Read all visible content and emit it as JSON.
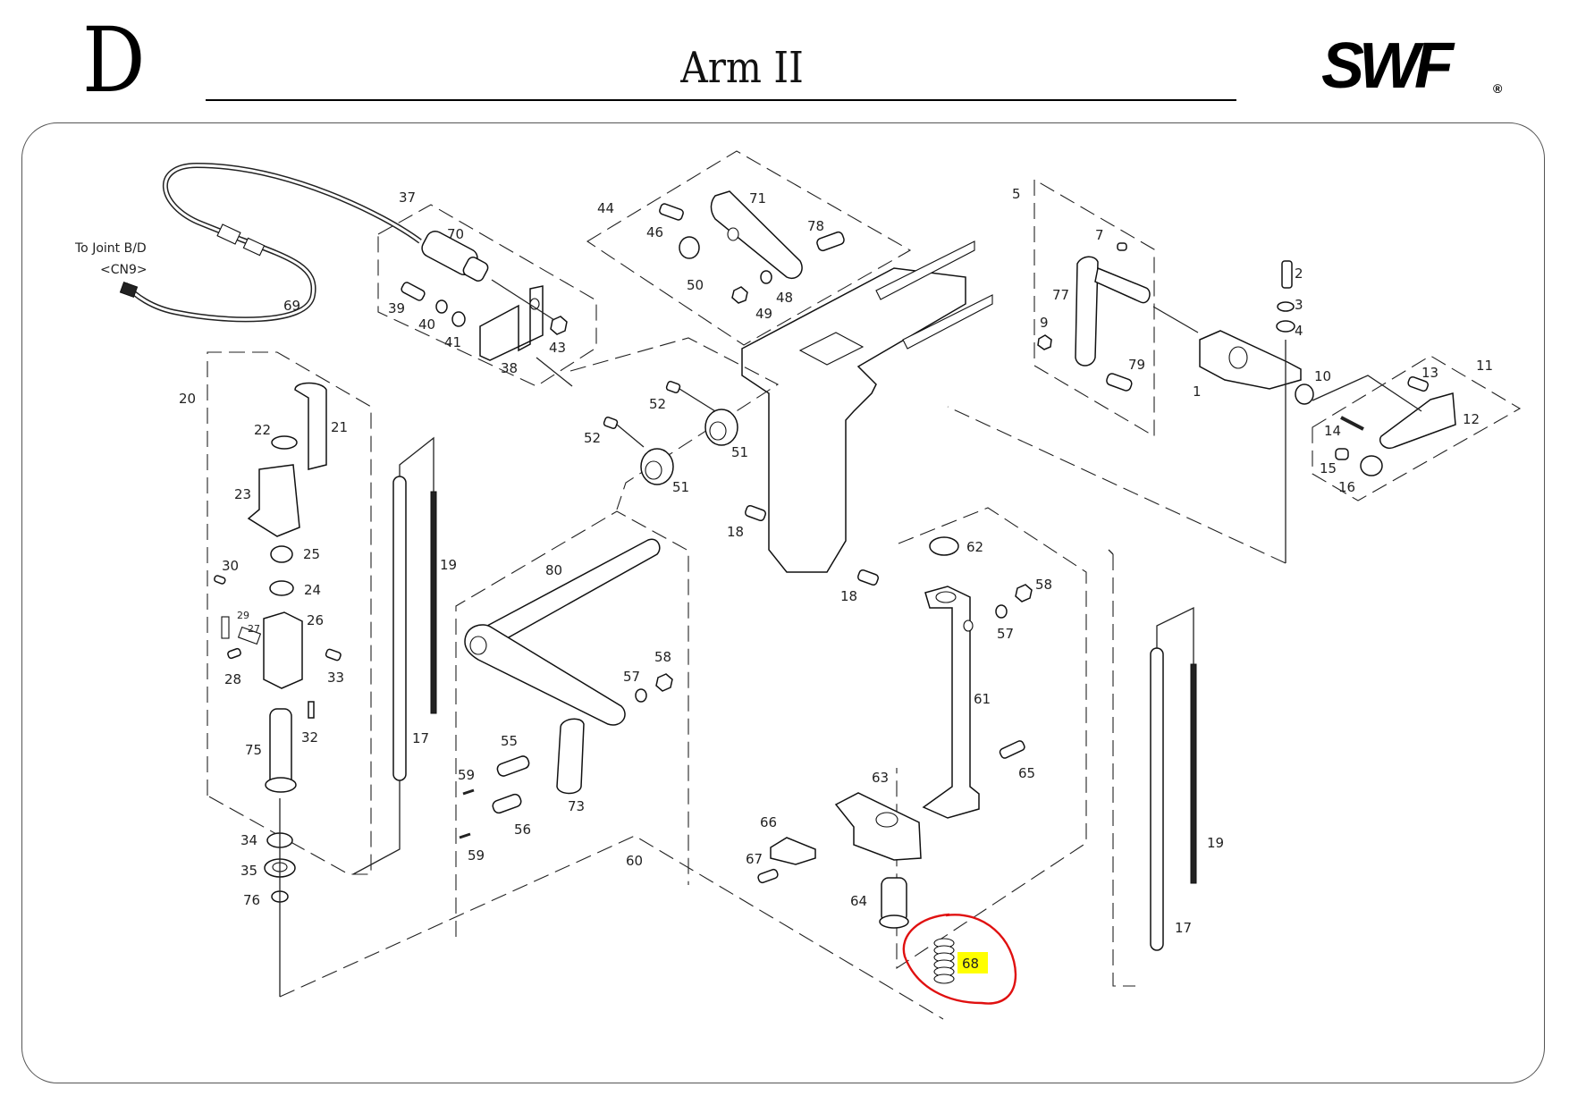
{
  "header": {
    "section_letter": "D",
    "title": "Arm II",
    "brand": "SWF",
    "registered_mark": "®"
  },
  "connector_note": {
    "line1": "To Joint B/D",
    "line2": "<CN9>"
  },
  "highlight": {
    "part_number": "68",
    "highlight_color": "#ffff00",
    "circle_color": "#e01010"
  },
  "parts": {
    "p1": "1",
    "p2": "2",
    "p3": "3",
    "p4": "4",
    "p5": "5",
    "p7": "7",
    "p9": "9",
    "p10": "10",
    "p11": "11",
    "p12": "12",
    "p13": "13",
    "p14": "14",
    "p15": "15",
    "p16": "16",
    "p17a": "17",
    "p17b": "17",
    "p18a": "18",
    "p18b": "18",
    "p19a": "19",
    "p19b": "19",
    "p20": "20",
    "p21": "21",
    "p22": "22",
    "p23": "23",
    "p24": "24",
    "p25": "25",
    "p26": "26",
    "p27": "27",
    "p28": "28",
    "p29": "29",
    "p30": "30",
    "p32": "32",
    "p33": "33",
    "p34": "34",
    "p35": "35",
    "p37": "37",
    "p38": "38",
    "p39": "39",
    "p40": "40",
    "p41": "41",
    "p43": "43",
    "p44": "44",
    "p46": "46",
    "p48": "48",
    "p49": "49",
    "p50": "50",
    "p51a": "51",
    "p51b": "51",
    "p52a": "52",
    "p52b": "52",
    "p55": "55",
    "p56": "56",
    "p57a": "57",
    "p57b": "57",
    "p58a": "58",
    "p58b": "58",
    "p59a": "59",
    "p59b": "59",
    "p60": "60",
    "p61": "61",
    "p62": "62",
    "p63": "63",
    "p64": "64",
    "p65": "65",
    "p66": "66",
    "p67": "67",
    "p69": "69",
    "p70": "70",
    "p71": "71",
    "p73": "73",
    "p75": "75",
    "p76": "76",
    "p77": "77",
    "p78": "78",
    "p79": "79",
    "p80": "80"
  }
}
